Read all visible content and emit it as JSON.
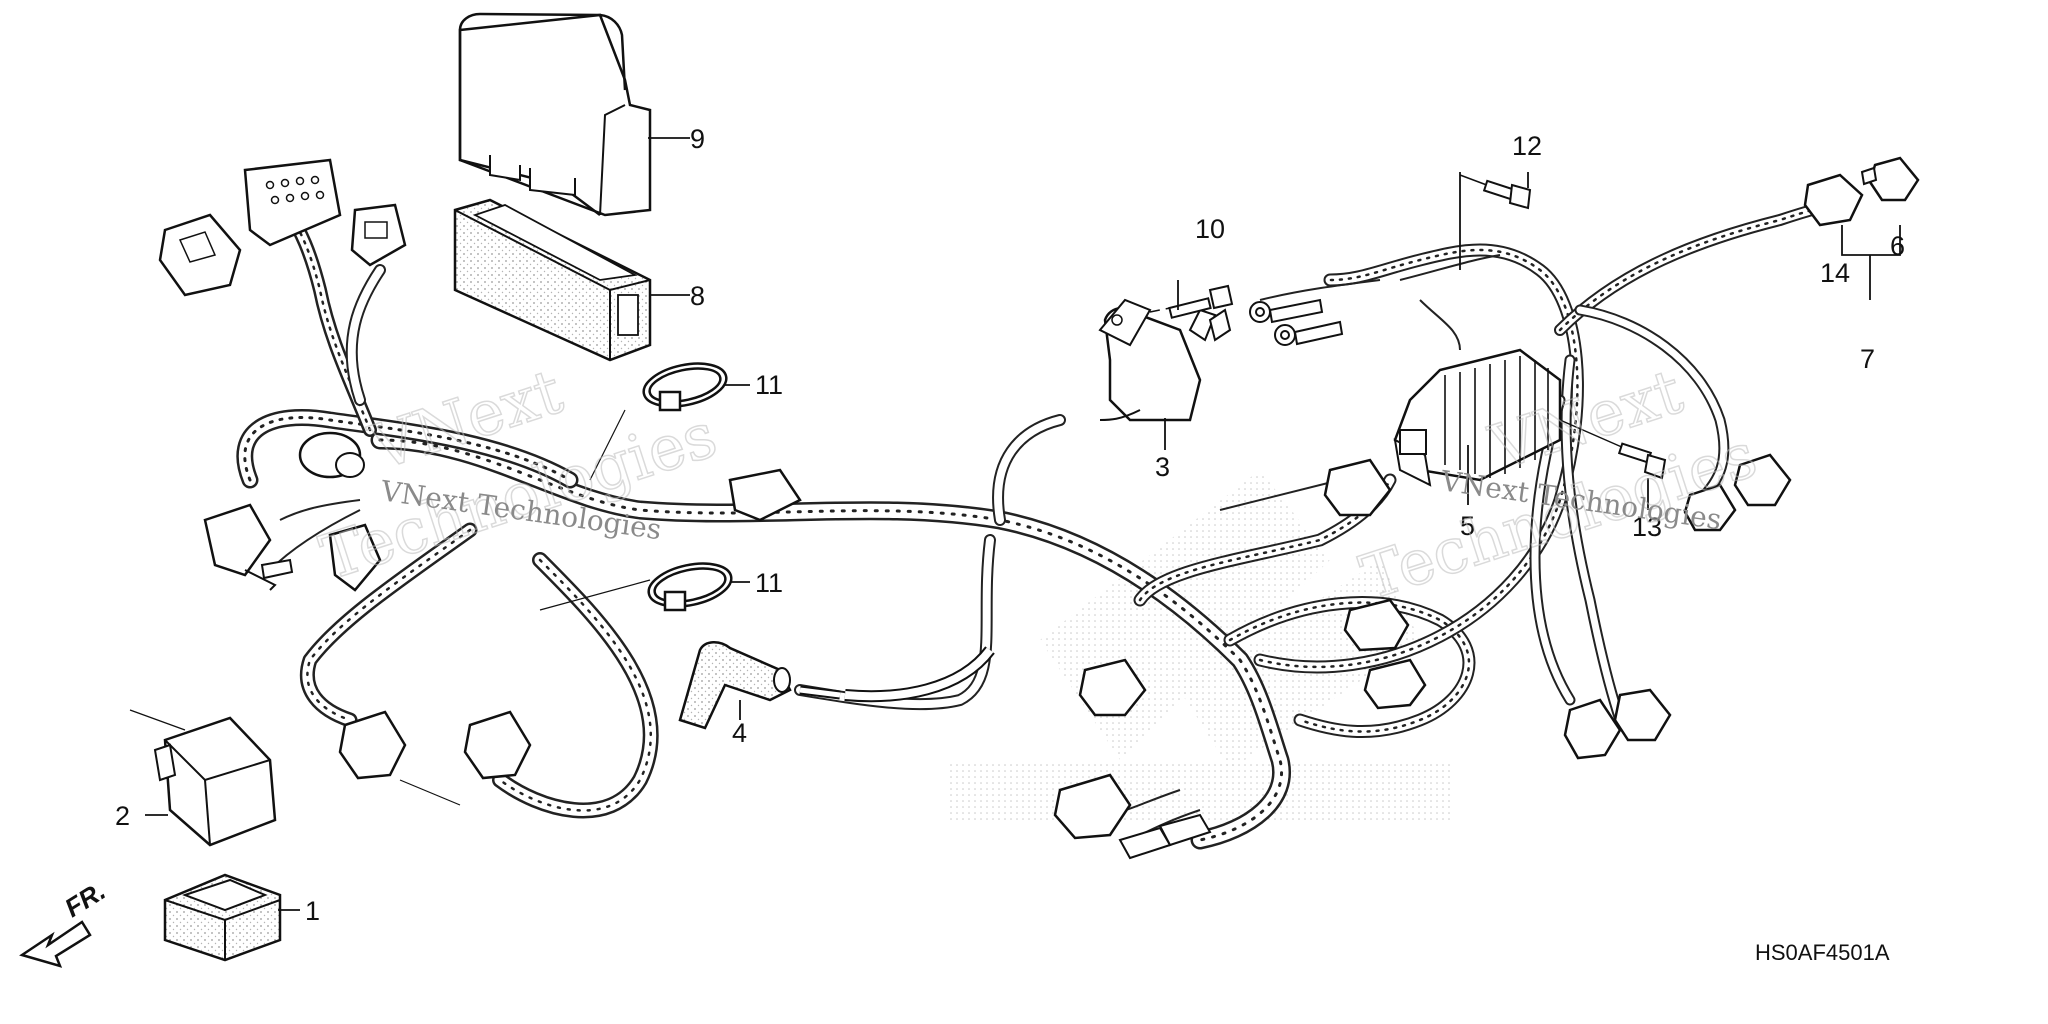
{
  "diagram": {
    "part_code": "HS0AF4501A",
    "direction_label": "FR.",
    "watermark": {
      "brand_line1": "VNext",
      "brand_line2": "Technologies",
      "caption": "VNext Technologies"
    },
    "callouts": [
      {
        "id": "c1",
        "label": "1"
      },
      {
        "id": "c2",
        "label": "2"
      },
      {
        "id": "c3",
        "label": "3"
      },
      {
        "id": "c4",
        "label": "4"
      },
      {
        "id": "c5",
        "label": "5"
      },
      {
        "id": "c6",
        "label": "6"
      },
      {
        "id": "c7",
        "label": "7"
      },
      {
        "id": "c8",
        "label": "8"
      },
      {
        "id": "c9",
        "label": "9"
      },
      {
        "id": "c10",
        "label": "10"
      },
      {
        "id": "c11a",
        "label": "11"
      },
      {
        "id": "c11b",
        "label": "11"
      },
      {
        "id": "c12",
        "label": "12"
      },
      {
        "id": "c13",
        "label": "13"
      },
      {
        "id": "c14",
        "label": "14"
      }
    ]
  }
}
